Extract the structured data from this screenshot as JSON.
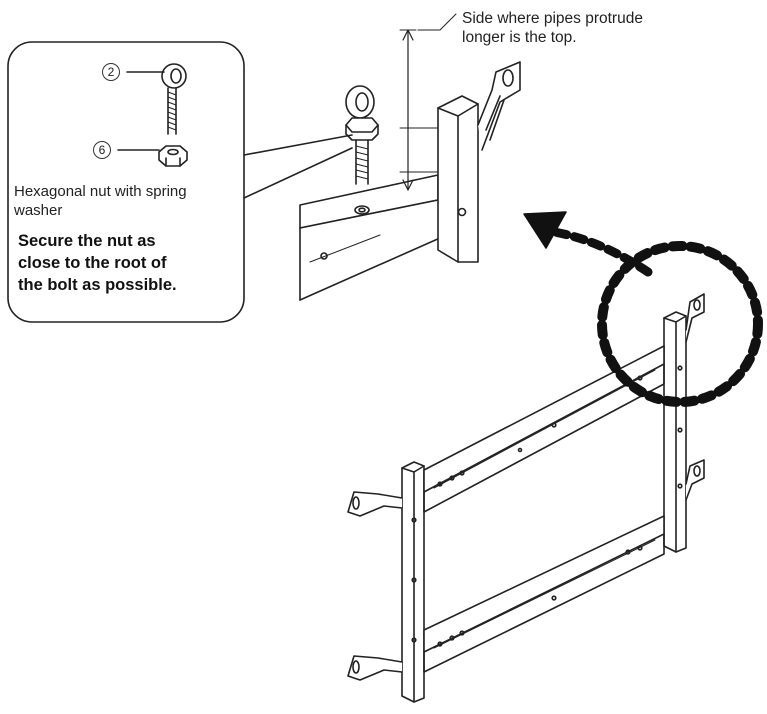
{
  "callouts": {
    "top_side_note": [
      "Side where pipes protrude",
      "longer is the top."
    ],
    "part_2": "2",
    "part_6": "6",
    "nut_description": [
      "Hexagonal nut with spring",
      "washer"
    ],
    "instruction": [
      "Secure the nut as",
      "close to the root of",
      "the bolt as possible."
    ]
  },
  "colors": {
    "line": "#222222",
    "fill": "#ffffff",
    "shade": "#cfcfcf",
    "arrow": "#111111"
  }
}
